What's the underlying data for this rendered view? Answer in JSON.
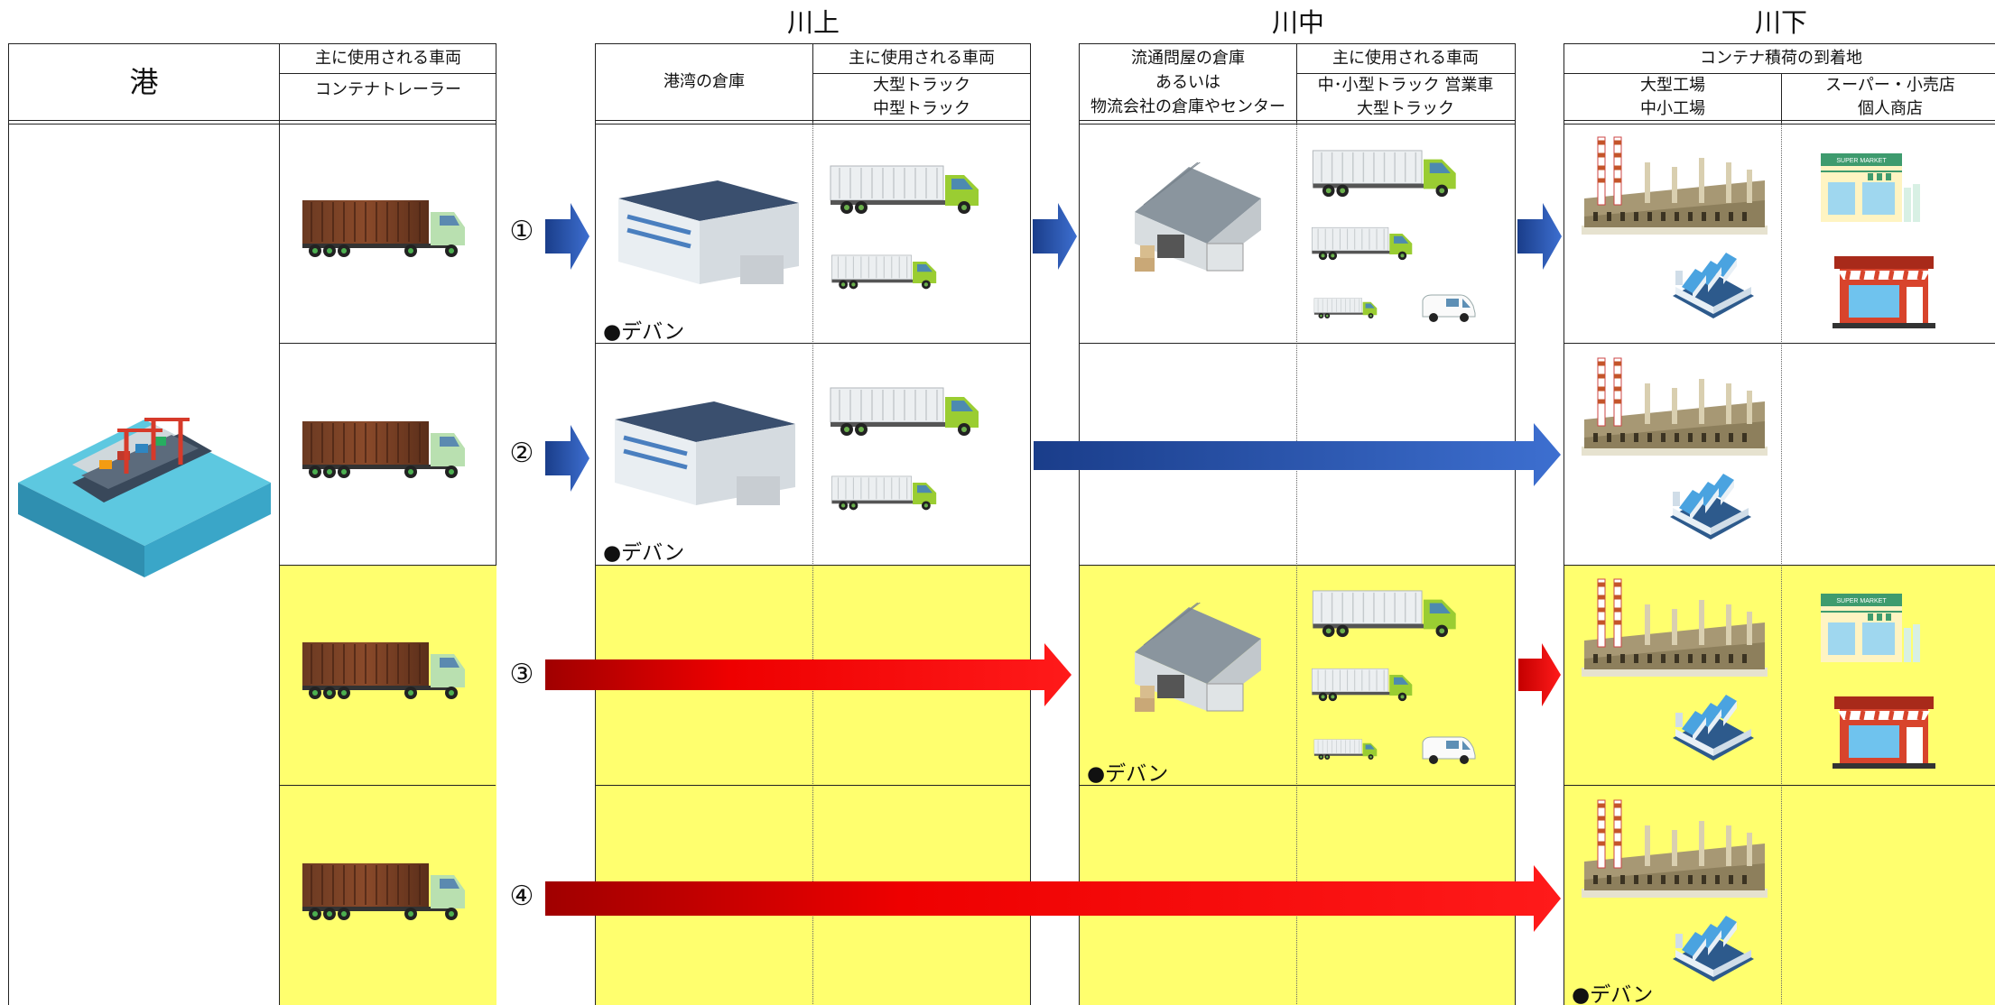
{
  "sections": {
    "upstream": "川上",
    "midstream": "川中",
    "downstream": "川下"
  },
  "port": {
    "title": "港"
  },
  "headers": {
    "vehicles_main": "主に使用される車両",
    "container_trailer": "コンテナトレーラー",
    "port_warehouse": "港湾の倉庫",
    "large_truck": "大型トラック",
    "medium_truck": "中型トラック",
    "wholesale_line1": "流通問屋の倉庫",
    "wholesale_line2": "あるいは",
    "wholesale_line3": "物流会社の倉庫やセンター",
    "mid_vehicles": "中･小型トラック 営業車",
    "destination": "コンテナ積荷の到着地",
    "large_factory": "大型工場",
    "small_factory": "中小工場",
    "supermarket": "スーパー・小売店",
    "private_store": "個人商店"
  },
  "routes": [
    {
      "num": "①",
      "devan_at": "川上"
    },
    {
      "num": "②",
      "devan_at": "川上"
    },
    {
      "num": "③",
      "devan_at": "川中"
    },
    {
      "num": "④",
      "devan_at": "川下"
    }
  ],
  "devan_label": "●デバン",
  "store_sign": "SUPER MARKET",
  "colors": {
    "blue_arrow": "#2a54b0",
    "red_arrow": "#e00000",
    "highlight": "#ffff6e"
  }
}
